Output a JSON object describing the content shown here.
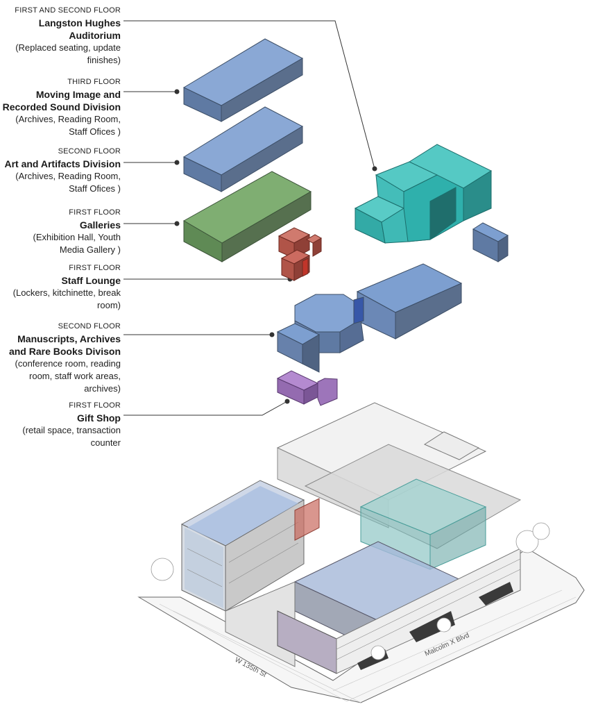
{
  "labels": [
    {
      "floor": "FIRST AND SECOND FLOOR",
      "title": [
        "Langston Hughes",
        "Auditorium"
      ],
      "desc": [
        "(Replaced seating, update",
        "finishes)"
      ]
    },
    {
      "floor": "THIRD FLOOR",
      "title": [
        "Moving Image and",
        "Recorded Sound Division"
      ],
      "desc": [
        "(Archives,  Reading Room,",
        "Staff Ofices )"
      ]
    },
    {
      "floor": "SECOND FLOOR",
      "title": [
        "Art and Artifacts Division"
      ],
      "desc": [
        "(Archives,  Reading Room,",
        "Staff Ofices )"
      ]
    },
    {
      "floor": "FIRST FLOOR",
      "title": [
        "Galleries"
      ],
      "desc": [
        "(Exhibition Hall,  Youth",
        "Media Gallery )"
      ]
    },
    {
      "floor": "FIRST FLOOR",
      "title": [
        "Staff Lounge"
      ],
      "desc": [
        "(Lockers, kitchinette, break",
        "room)"
      ]
    },
    {
      "floor": "SECOND FLOOR",
      "title": [
        "Manuscripts, Archives",
        "and Rare Books Divison"
      ],
      "desc": [
        "(conference room, reading",
        "room, staff work areas,",
        "archives)"
      ]
    },
    {
      "floor": "FIRST FLOOR",
      "title": [
        "Gift Shop"
      ],
      "desc": [
        "(retail space, transaction",
        "counter"
      ]
    }
  ],
  "streets": {
    "west": "W 135th St",
    "east": "Malcolm X Blvd"
  },
  "colors": {
    "blue": "#6a8fc4",
    "green": "#6f9c63",
    "teal": "#2fb8b4",
    "red": "#c0574a",
    "purple": "#9a6fb8",
    "leader": "#333333"
  }
}
